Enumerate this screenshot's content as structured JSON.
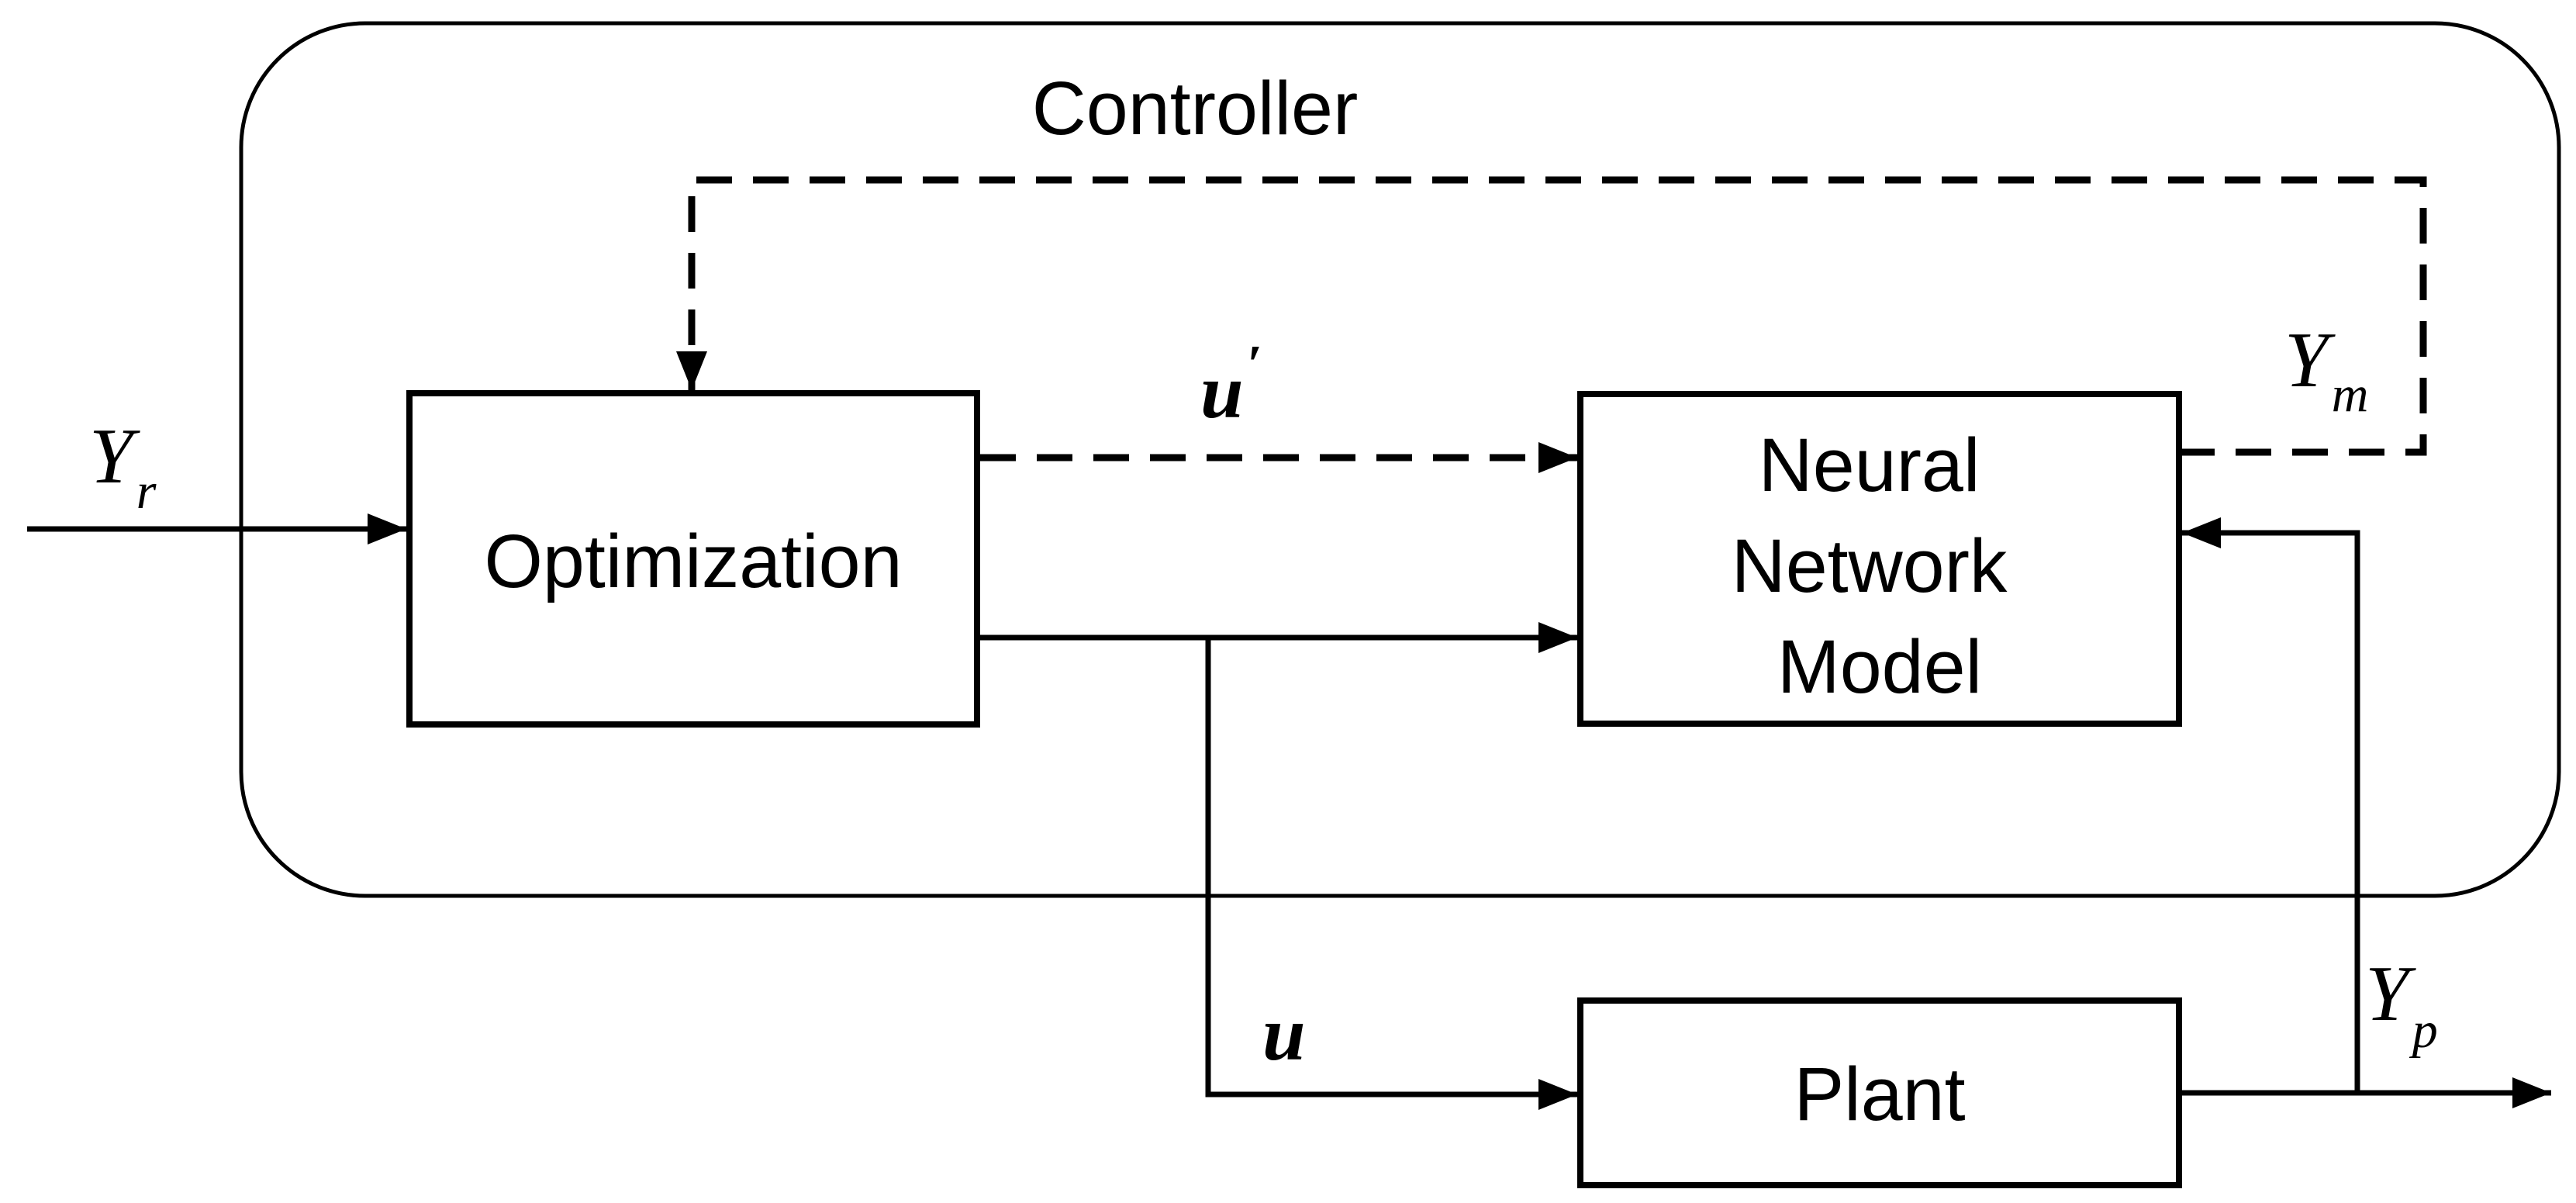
{
  "diagram": {
    "container": {
      "label": "Controller"
    },
    "blocks": {
      "optimization": {
        "label": "Optimization"
      },
      "neural_network": {
        "lines": [
          "Neural",
          "Network",
          "Model"
        ]
      },
      "plant": {
        "label": "Plant"
      }
    },
    "signals": {
      "reference": {
        "base": "Y",
        "sub": "r"
      },
      "predicted_control": {
        "base": "u",
        "prime": "′"
      },
      "model_output": {
        "base": "Y",
        "sub": "m"
      },
      "control": {
        "base": "u"
      },
      "plant_output": {
        "base": "Y",
        "sub": "p"
      }
    },
    "colors": {
      "ink": "#000000",
      "background": "#ffffff"
    }
  }
}
